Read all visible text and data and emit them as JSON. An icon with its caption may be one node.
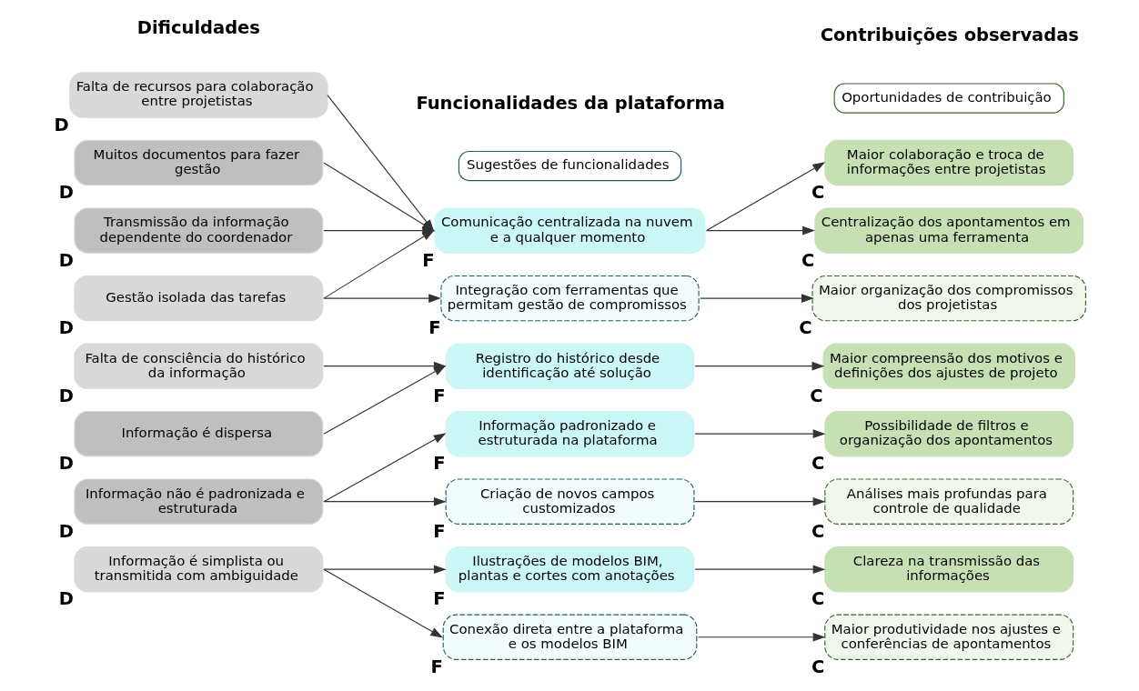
{
  "diagram": {
    "nodes": [
      {
        "text": [
          "Falta de recursos para colaboração entre projetistas"
        ],
        "beside": [
          "D"
        ]
      },
      {
        "text": [
          "Muitos documentos para fazer gestão"
        ],
        "beside": [
          "D"
        ]
      },
      {
        "text": [
          "Transmissão da informação dependente do coordenador"
        ],
        "beside": [
          "D"
        ]
      },
      {
        "text": [
          "Gestão isolada das tarefas"
        ],
        "beside": [
          "D"
        ]
      },
      {
        "text": [
          "Falta de consciência do histórico da informação"
        ],
        "beside": [
          "D"
        ]
      },
      {
        "text": [
          "Informação é dispersa"
        ],
        "beside": [
          "D"
        ]
      },
      {
        "text": [
          "Informação não é padronizada e estruturada"
        ],
        "beside": [
          "D"
        ]
      },
      {
        "text": [
          "Informação é simplista ou transmitida com ambiguidade"
        ],
        "beside": [
          "D"
        ]
      },
      {
        "text": [
          "Comunicação centralizada na nuvem e a qualquer momento"
        ],
        "beside": [
          "F"
        ]
      },
      {
        "text": [
          "Integração com ferramentas que permitam gestão de compromissos"
        ],
        "beside": [
          "F"
        ]
      },
      {
        "text": [
          "Registro do histórico desde identificação até solução"
        ],
        "beside": [
          "F"
        ]
      },
      {
        "text": [
          "Informação padronizado e estruturada na plataforma"
        ],
        "beside": [
          "F"
        ]
      },
      {
        "text": [
          "Criação de novos campos customizados"
        ],
        "beside": [
          "F"
        ]
      },
      {
        "text": [
          "Ilustrações de modelos BIM, plantas e cortes com anotações"
        ],
        "beside": [
          "F"
        ]
      },
      {
        "text": [
          "Conexão direta entre a plataforma e os modelos BIM"
        ],
        "beside": [
          "F"
        ]
      },
      {
        "text": [
          "Maior colaboração e troca de informações entre projetistas"
        ],
        "beside": [
          "C"
        ]
      },
      {
        "text": [
          "Centralização dos apontamentos em apenas uma ferramenta"
        ],
        "beside": [
          "C"
        ]
      },
      {
        "text": [
          "Maior organização dos compromissos dos projetistas"
        ],
        "beside": [
          "C"
        ]
      },
      {
        "text": [
          "Maior compreensão dos motivos e definições dos ajustes de projeto"
        ],
        "beside": [
          "C"
        ]
      },
      {
        "text": [
          "Possibilidade de filtros e organização dos apontamentos"
        ],
        "beside": [
          "C"
        ]
      },
      {
        "text": [
          "Análises mais profundas para controle de qualidade"
        ],
        "beside": [
          "C"
        ]
      },
      {
        "text": [
          "Clareza na transmissão das informações"
        ],
        "beside": [
          "C"
        ]
      },
      {
        "text": [
          "Maior produtividade nos ajustes e conferências de apontamentos"
        ],
        "beside": [
          "C"
        ]
      }
    ],
    "edges": [
      {
        "from": 0,
        "to": 8,
        "arrow": "to"
      },
      {
        "from": 1,
        "to": 8,
        "arrow": "to"
      },
      {
        "from": 2,
        "to": 8,
        "arrow": "to"
      },
      {
        "from": 3,
        "to": 8,
        "arrow": "to"
      },
      {
        "from": 3,
        "to": 9,
        "arrow": "to"
      },
      {
        "from": 4,
        "to": 10,
        "arrow": "to"
      },
      {
        "from": 5,
        "to": 10,
        "arrow": "to"
      },
      {
        "from": 6,
        "to": 11,
        "arrow": "to"
      },
      {
        "from": 6,
        "to": 12,
        "arrow": "to"
      },
      {
        "from": 7,
        "to": 13,
        "arrow": "to"
      },
      {
        "from": 7,
        "to": 14,
        "arrow": "to"
      },
      {
        "from": 8,
        "to": 15,
        "arrow": "to"
      },
      {
        "from": 8,
        "to": 16,
        "arrow": "to"
      },
      {
        "from": 9,
        "to": 17,
        "arrow": "to"
      },
      {
        "from": 10,
        "to": 18,
        "arrow": "to"
      },
      {
        "from": 11,
        "to": 19,
        "arrow": "to"
      },
      {
        "from": 12,
        "to": 20,
        "arrow": "to"
      },
      {
        "from": 13,
        "to": 21,
        "arrow": "to"
      },
      {
        "from": 14,
        "to": 22,
        "arrow": "to"
      }
    ],
    "labels": [
      "Dificuldades",
      "Funcionalidades da plataforma",
      "Contribuições observadas"
    ],
    "legend": [
      {
        "text": "Sugestões de funcionalidades"
      },
      {
        "text": "Oportunidades de contribuição"
      }
    ]
  }
}
